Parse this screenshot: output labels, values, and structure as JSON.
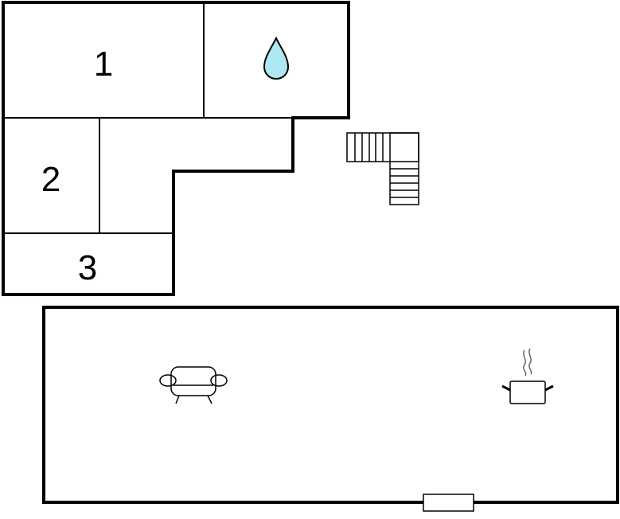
{
  "rooms": [
    {
      "label": "1"
    },
    {
      "label": "2"
    },
    {
      "label": "3"
    }
  ],
  "icons": {
    "bathroom": "water-drop-icon",
    "stairs": "stairs-icon",
    "living": "sofa-icon",
    "kitchen": "cooking-pot-icon",
    "window": "window-icon"
  },
  "colors": {
    "water_drop": "#aee8f2",
    "walls": "#000000"
  }
}
